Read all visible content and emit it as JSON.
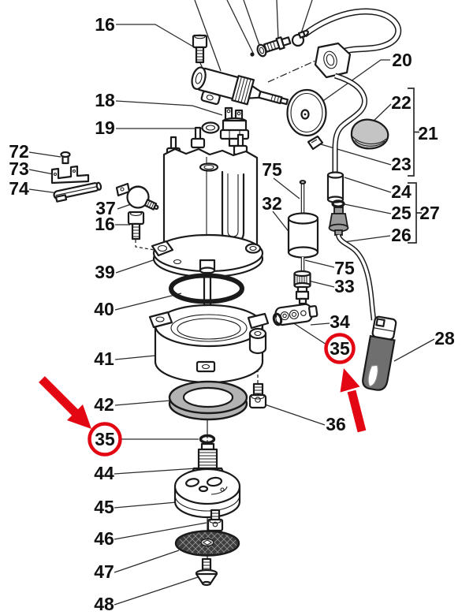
{
  "figure": {
    "kind": "exploded-parts-diagram",
    "subject": "espresso machine boiler, brew group and steam wand assembly"
  },
  "colors": {
    "accent_red": "#e30613",
    "line": "#1a1a1a",
    "gray_ring": "#b3b3b3",
    "gray_cover": "#c4c4c4",
    "gray_handle": "#6f6f6f",
    "gray_nozzle": "#9a9a9a",
    "mesh_dark": "#3d3d3d"
  },
  "callouts": [
    {
      "id": "16-top",
      "text": "16"
    },
    {
      "id": "18",
      "text": "18"
    },
    {
      "id": "19",
      "text": "19"
    },
    {
      "id": "72",
      "text": "72"
    },
    {
      "id": "73",
      "text": "73"
    },
    {
      "id": "74",
      "text": "74"
    },
    {
      "id": "37",
      "text": "37"
    },
    {
      "id": "16-lower",
      "text": "16"
    },
    {
      "id": "39",
      "text": "39"
    },
    {
      "id": "40",
      "text": "40"
    },
    {
      "id": "41",
      "text": "41"
    },
    {
      "id": "42",
      "text": "42"
    },
    {
      "id": "35-lower-left",
      "text": "35",
      "highlighted": true
    },
    {
      "id": "44",
      "text": "44"
    },
    {
      "id": "45",
      "text": "45"
    },
    {
      "id": "46",
      "text": "46"
    },
    {
      "id": "47",
      "text": "47"
    },
    {
      "id": "48",
      "text": "48"
    },
    {
      "id": "20",
      "text": "20"
    },
    {
      "id": "22",
      "text": "22"
    },
    {
      "id": "21",
      "text": "21"
    },
    {
      "id": "23",
      "text": "23"
    },
    {
      "id": "24",
      "text": "24"
    },
    {
      "id": "25",
      "text": "25"
    },
    {
      "id": "27",
      "text": "27"
    },
    {
      "id": "26",
      "text": "26"
    },
    {
      "id": "75-upper",
      "text": "75"
    },
    {
      "id": "32",
      "text": "32"
    },
    {
      "id": "75-mid",
      "text": "75"
    },
    {
      "id": "33",
      "text": "33"
    },
    {
      "id": "34",
      "text": "34"
    },
    {
      "id": "35-right",
      "text": "35",
      "highlighted": true
    },
    {
      "id": "28",
      "text": "28"
    },
    {
      "id": "36",
      "text": "36"
    }
  ],
  "red_annotations": {
    "circled_part_number": "35",
    "circles": [
      "35-lower-left",
      "35-right"
    ],
    "arrows": [
      {
        "direction": "down-right",
        "points_to": "35-lower-left"
      },
      {
        "direction": "up-left",
        "points_to": "35-right"
      }
    ]
  }
}
